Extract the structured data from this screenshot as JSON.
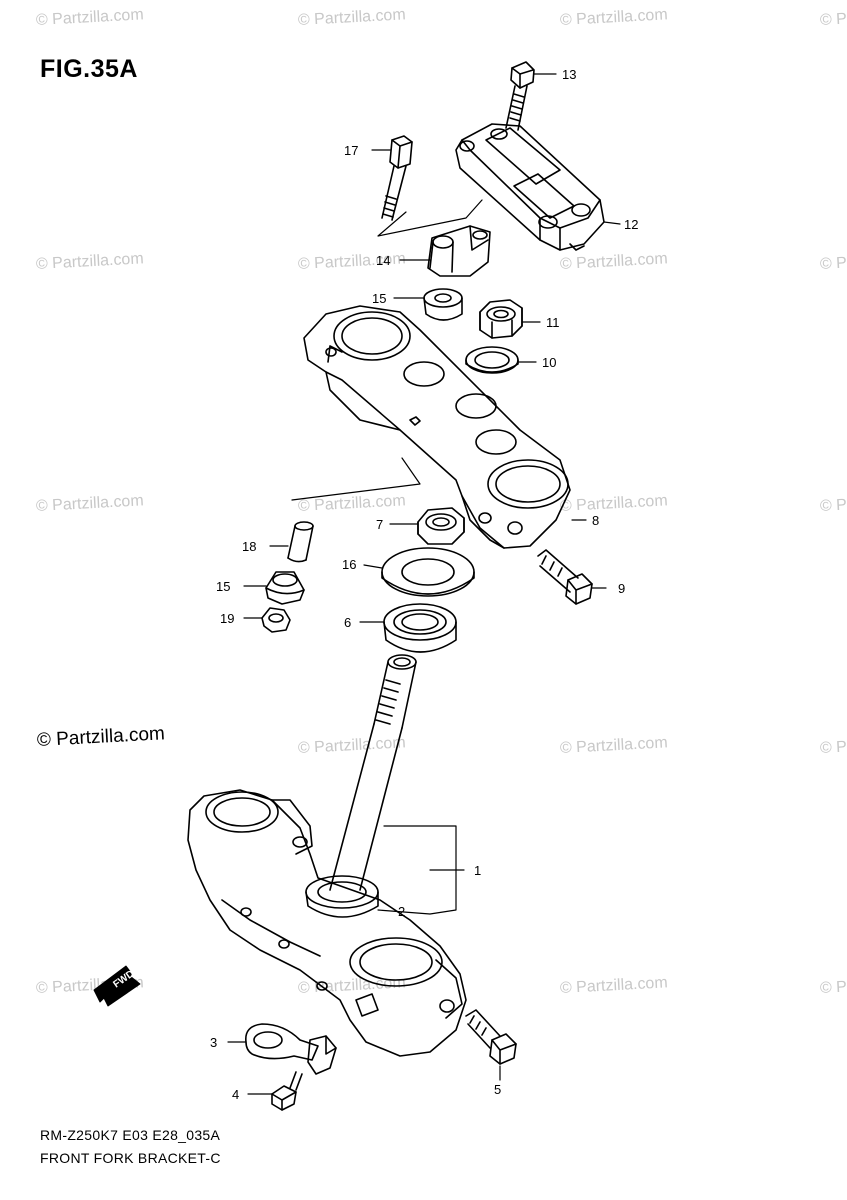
{
  "figure": {
    "title": "FIG.35A",
    "footer_code": "RM-Z250K7 E03 E28_035A",
    "footer_name": "FRONT FORK BRACKET-C",
    "watermark": "© Partzilla.com",
    "direction_label": "FWD"
  },
  "callouts": [
    "13",
    "17",
    "12",
    "14",
    "15",
    "11",
    "10",
    "8",
    "7",
    "18",
    "16",
    "15",
    "9",
    "19",
    "6",
    "1",
    "2",
    "3",
    "5",
    "4"
  ],
  "colors": {
    "ink": "#000000",
    "watermark": "#c8c8c8",
    "background": "#ffffff"
  }
}
